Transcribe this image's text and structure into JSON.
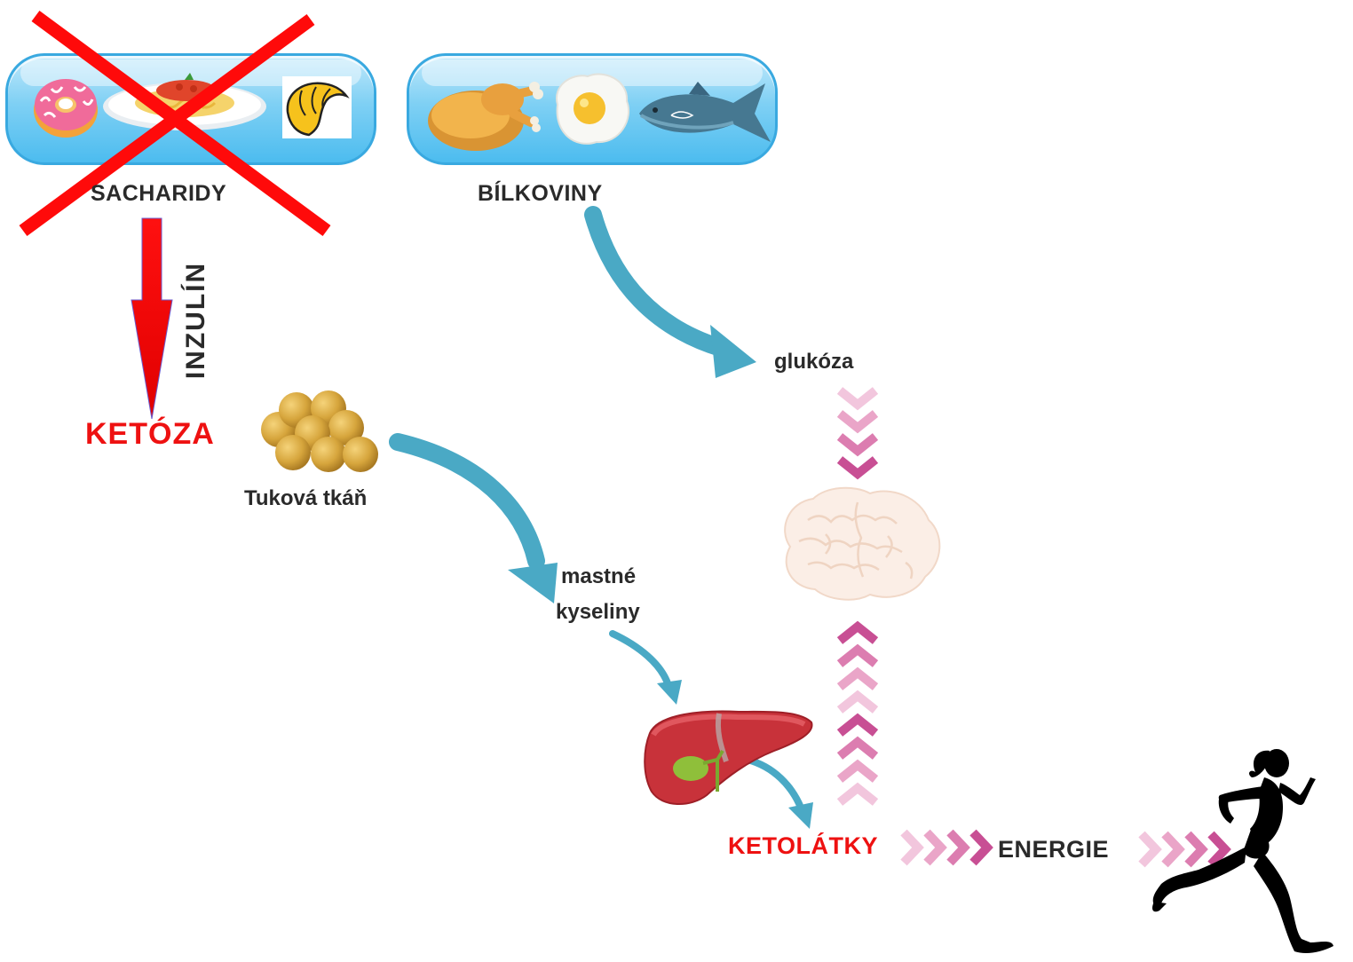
{
  "labels": {
    "sacharidy": "SACHARIDY",
    "bilkoviny": "BÍLKOVINY",
    "inzulin": "INZULÍN",
    "ketoza": "KETÓZA",
    "tukova_tkan": "Tuková tkáň",
    "glukoza": "glukóza",
    "mastne": "mastné",
    "kyseliny": "kyseliny",
    "ketolatky": "KETOLÁTKY",
    "energie": "ENERGIE"
  },
  "icons": {
    "carb_foods": [
      "donut-icon",
      "spaghetti-plate-icon",
      "croissant-icon"
    ],
    "protein_foods": [
      "roast-chicken-icon",
      "fried-egg-icon",
      "fish-icon"
    ],
    "other": [
      "red-cross-icon",
      "fat-cells-icon",
      "brain-icon",
      "liver-icon",
      "runner-icon"
    ]
  },
  "colors": {
    "pill_blue": "#4cbcef",
    "arrow_teal": "#4aa9c5",
    "red": "#ee1111",
    "chevron_pink": "#d4579a",
    "chevron_light": "#f2c6dd",
    "fat_gold": "#c99a2e",
    "liver": "#c8323a",
    "text_dark": "#2a2a2a"
  }
}
